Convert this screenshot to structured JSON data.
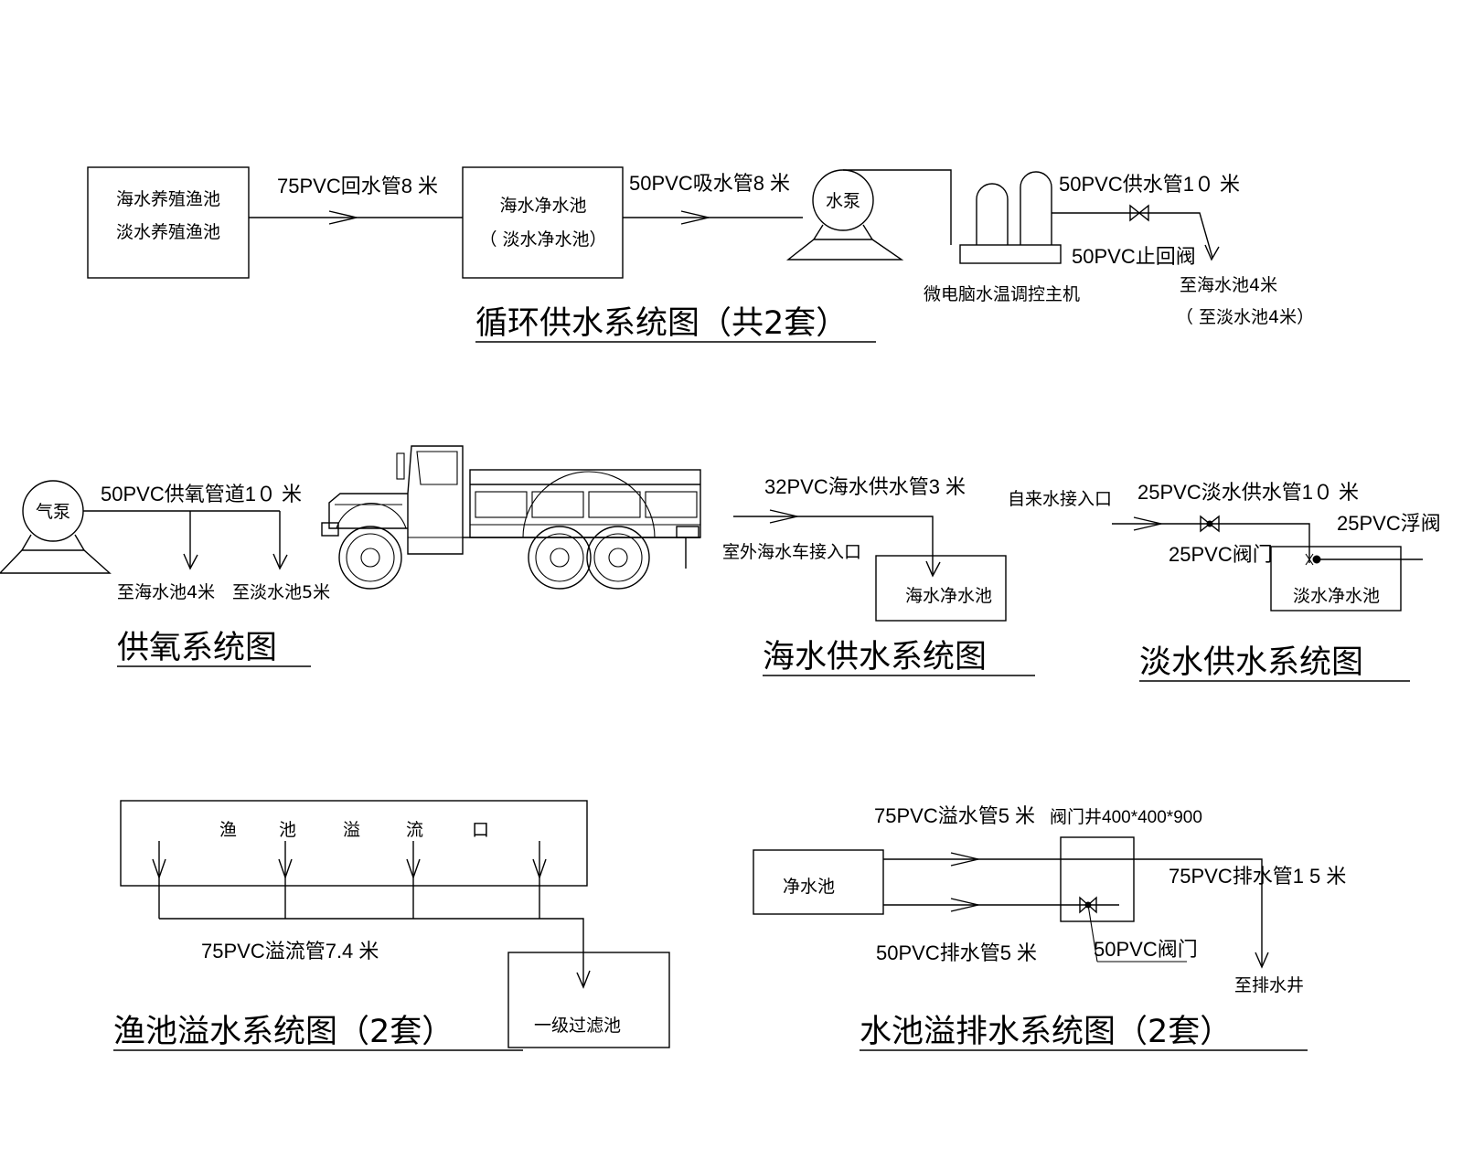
{
  "circulation": {
    "box1_line1": "海水养殖渔池",
    "box1_line2": "淡水养殖渔池",
    "pipe_return": "75PVC回水管8 米",
    "box2_line1": "海水净水池",
    "box2_line2": "（ 淡水净水池）",
    "pipe_suction": "50PVC吸水管8 米",
    "pump": "水泵",
    "pipe_supply": "50PVC供水管1０ 米",
    "check_valve": "50PVC止回阀",
    "controller": "微电脑水温调控主机",
    "dest_line1": "至海水池4米",
    "dest_line2": "（ 至淡水池4米）",
    "title": "循环供水系统图（共2套）"
  },
  "oxygen": {
    "pump": "气泵",
    "pipe": "50PVC供氧管道1０ 米",
    "dest_sea": "至海水池4米",
    "dest_fresh": "至淡水池5米",
    "title": "供氧系统图"
  },
  "seawater": {
    "pipe": "32PVC海水供水管3 米",
    "inlet": "室外海水车接入口",
    "tank": "海水净水池",
    "title": "海水供水系统图"
  },
  "freshwater": {
    "inlet": "自来水接入口",
    "pipe": "25PVC淡水供水管1０ 米",
    "float_valve": "25PVC浮阀",
    "valve": "25PVC阀门",
    "tank": "淡水净水池",
    "title": "淡水供水系统图"
  },
  "overflow": {
    "chars": [
      "渔",
      "池",
      "溢",
      "流",
      "口"
    ],
    "pipe": "75PVC溢流管7.4 米",
    "filter": "一级过滤池",
    "title": "渔池溢水系统图（2套）"
  },
  "drainage": {
    "tank": "净水池",
    "overflow_pipe": "75PVC溢水管5 米",
    "valve_well": "阀门井400*400*900",
    "drain_pipe_main": "75PVC排水管1 5 米",
    "drain_pipe": "50PVC排水管5 米",
    "valve": "50PVC阀门",
    "dest": "至排水井",
    "title": "水池溢排水系统图（2套）"
  },
  "icons": [
    "pump-icon",
    "air-pump-icon",
    "temperature-controller-icon",
    "water-truck-icon",
    "gate-valve-icon",
    "flow-arrow-icon"
  ]
}
